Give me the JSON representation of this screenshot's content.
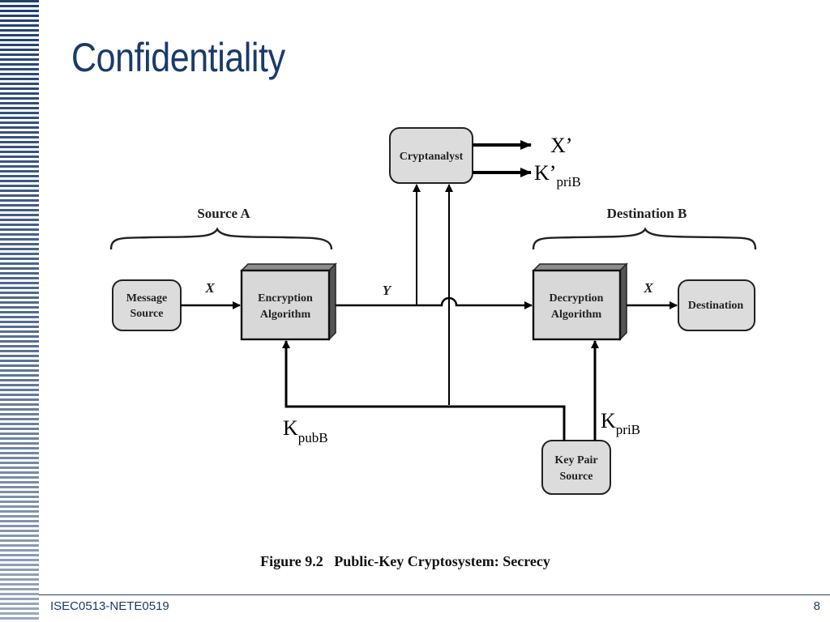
{
  "slide": {
    "title": "Confidentiality",
    "footer_left": "ISEC0513-NETE0519",
    "page_number": "8"
  },
  "diagram": {
    "nodes": {
      "message_source": [
        "Message",
        "Source"
      ],
      "encryption": [
        "Encryption",
        "Algorithm"
      ],
      "decryption": [
        "Decryption",
        "Algorithm"
      ],
      "destination": [
        "Destination"
      ],
      "cryptanalyst": [
        "Cryptanalyst"
      ],
      "key_pair_source": [
        "Key Pair",
        "Source"
      ]
    },
    "groups": {
      "source": "Source A",
      "destination": "Destination B"
    },
    "edge_labels": {
      "x_in": "X",
      "y": "Y",
      "x_out": "X"
    },
    "keys": {
      "x_prime": "X’",
      "k_prime_base": "K’",
      "k_prime_sub": "priB",
      "kpub_base": "K",
      "kpub_sub": "pubB",
      "kpri_base": "K",
      "kpri_sub": "priB"
    },
    "caption": "Figure 9.2   Public-Key Cryptosystem: Secrecy"
  }
}
